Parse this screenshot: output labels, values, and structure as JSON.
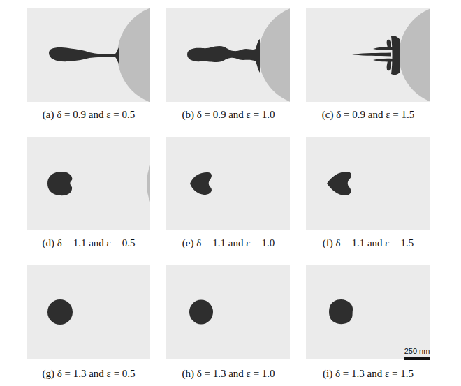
{
  "diagram": {
    "labels": [
      "(a) δ = 0.9 and ε = 0.5",
      "(b) δ = 0.9 and ε = 1.0",
      "(c) δ = 0.9 and ε = 1.5",
      "(d) δ = 1.1 and ε = 0.5",
      "(e) δ = 1.1 and ε = 1.0",
      "(f) δ = 1.1 and ε = 1.5",
      "(g) δ = 1.3 and ε = 0.5",
      "(h) δ = 1.3 and ε = 1.0",
      "(i) δ = 1.3 and ε = 1.5",
      "250 nm"
    ]
  }
}
